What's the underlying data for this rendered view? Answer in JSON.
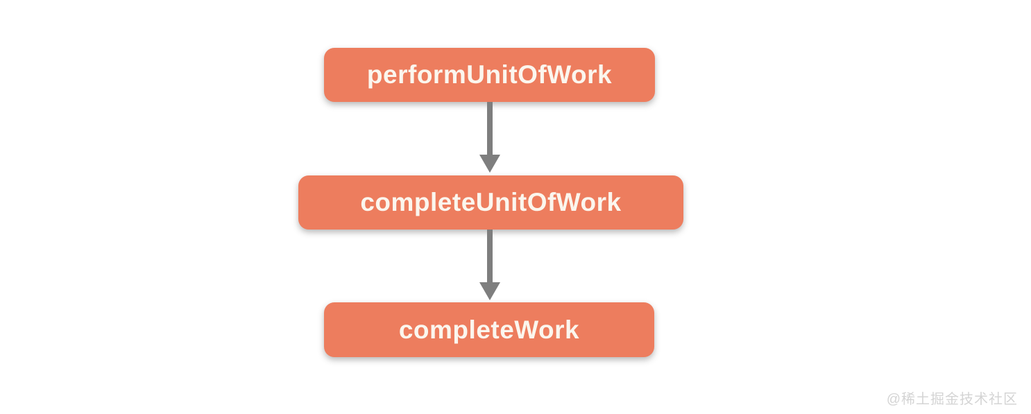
{
  "diagram": {
    "type": "flowchart",
    "direction": "top-down",
    "nodes": [
      {
        "label": "performUnitOfWork"
      },
      {
        "label": "completeUnitOfWork"
      },
      {
        "label": "completeWork"
      }
    ],
    "edges": [
      {
        "from": "performUnitOfWork",
        "to": "completeUnitOfWork"
      },
      {
        "from": "completeUnitOfWork",
        "to": "completeWork"
      }
    ],
    "colors": {
      "node_fill": "#ED7D5E",
      "node_text": "#FBF6EE",
      "arrow": "#7E7E7E",
      "background": "#FFFFFF"
    }
  },
  "watermark": {
    "text": "@稀土掘金技术社区",
    "color": "#D4D4D4"
  }
}
